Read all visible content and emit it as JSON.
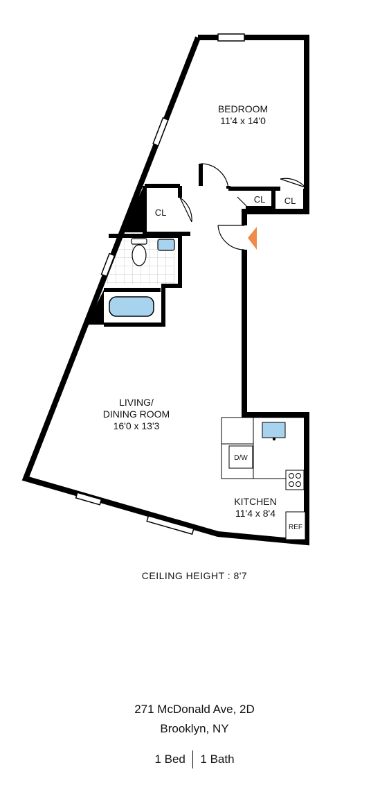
{
  "rooms": {
    "bedroom": {
      "name": "BEDROOM",
      "size": "11'4 x 14'0"
    },
    "living": {
      "name1": "LIVING/",
      "name2": "DINING ROOM",
      "size": "16'0 x 13'3"
    },
    "kitchen": {
      "name": "KITCHEN",
      "size": "11'4 x 8'4"
    },
    "closets": [
      "CL",
      "CL",
      "CL"
    ]
  },
  "fixtures": {
    "dishwasher": "D/W",
    "refrigerator": "REF"
  },
  "ceiling": "CEILING HEIGHT  : 8'7",
  "address": {
    "line1": "271 McDonald Ave, 2D",
    "line2": "Brooklyn, NY"
  },
  "stats": {
    "beds": "1 Bed",
    "baths": "1 Bath"
  },
  "colors": {
    "wall": "#000000",
    "tub": "#a8d3ef",
    "tile": "#c9c9c9",
    "entry_marker": "#f08a4b"
  }
}
